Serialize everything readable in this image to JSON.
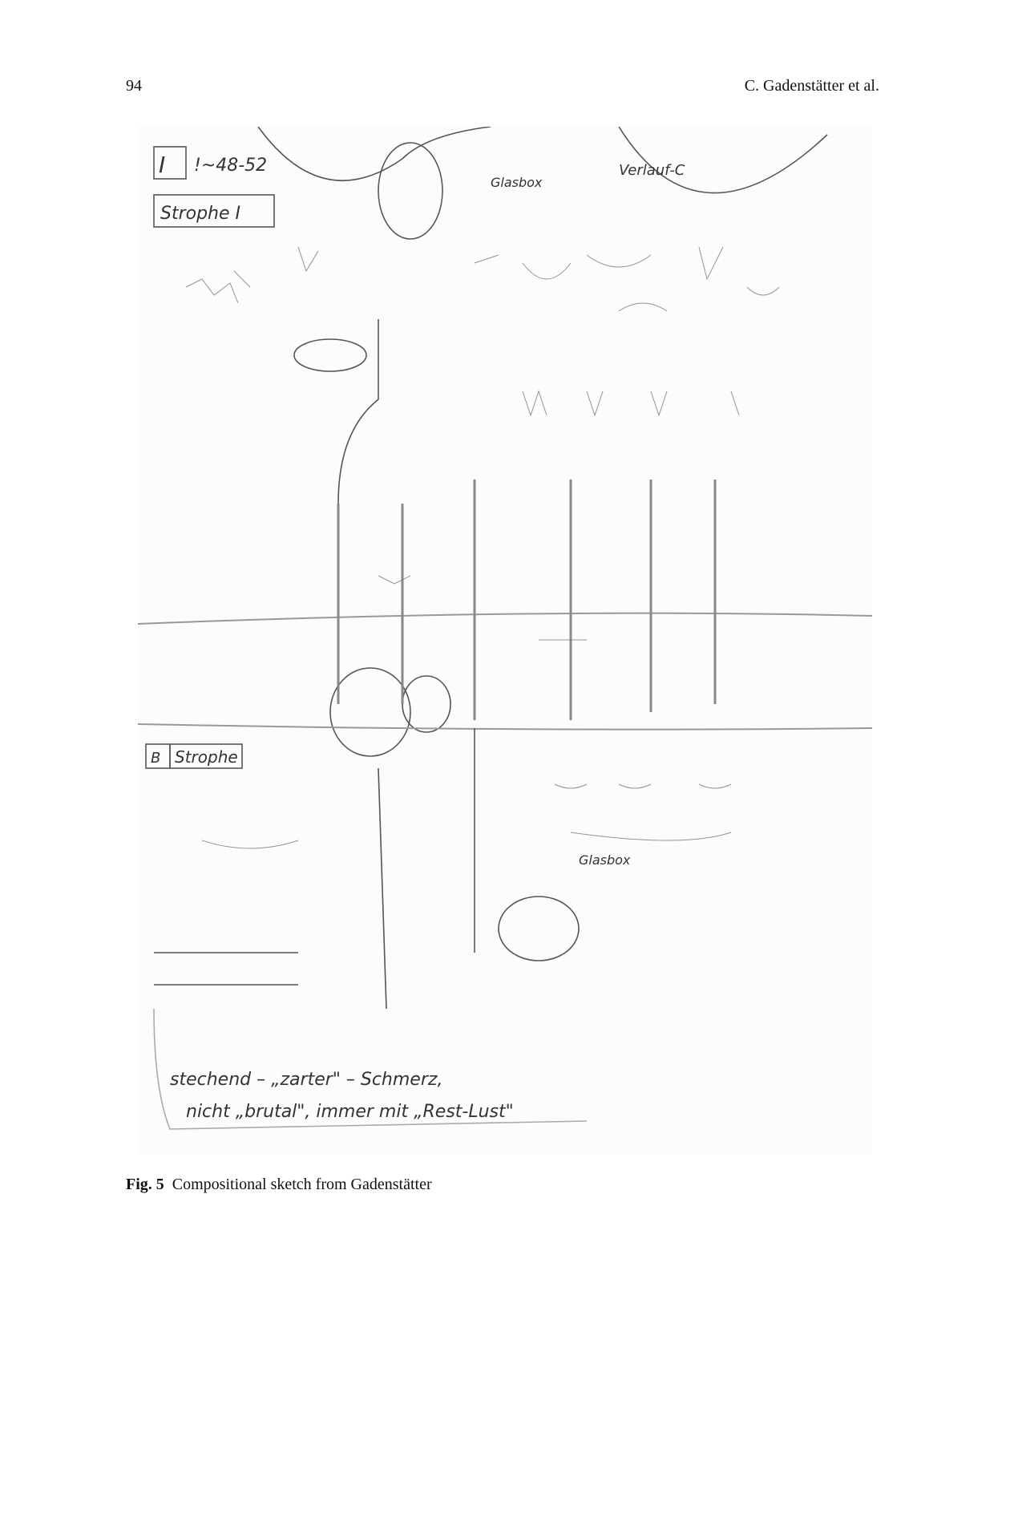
{
  "header": {
    "page_number": "94",
    "running_head": "C. Gadenstätter et al."
  },
  "figure": {
    "label": "Fig. 5",
    "caption": "Compositional sketch from Gadenstätter",
    "sketch_lettering": [
      "I",
      "!~48-52",
      "Strophe I",
      "Glasbox",
      "Verlauf-C",
      "B",
      "Strophe",
      "Glasbox",
      "stechend – „zarter\" – Schmerz,",
      "nicht „brutal\", immer mit „Rest-Lust\""
    ]
  }
}
